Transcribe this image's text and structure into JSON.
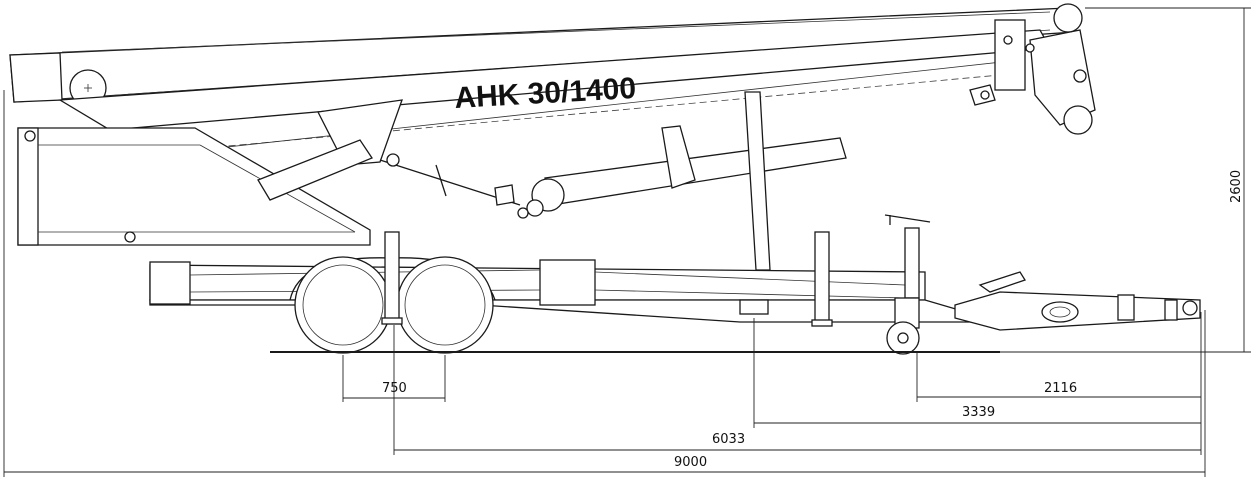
{
  "model_label": "AHK 30/1400",
  "dimensions": {
    "height_total": "2600",
    "axle_spacing": "750",
    "jack_to_hitch": "2116",
    "support_to_hitch": "3339",
    "axle_to_hitch": "6033",
    "overall_length": "9000"
  },
  "colors": {
    "line": "#1a1a1a",
    "background": "#ffffff"
  }
}
